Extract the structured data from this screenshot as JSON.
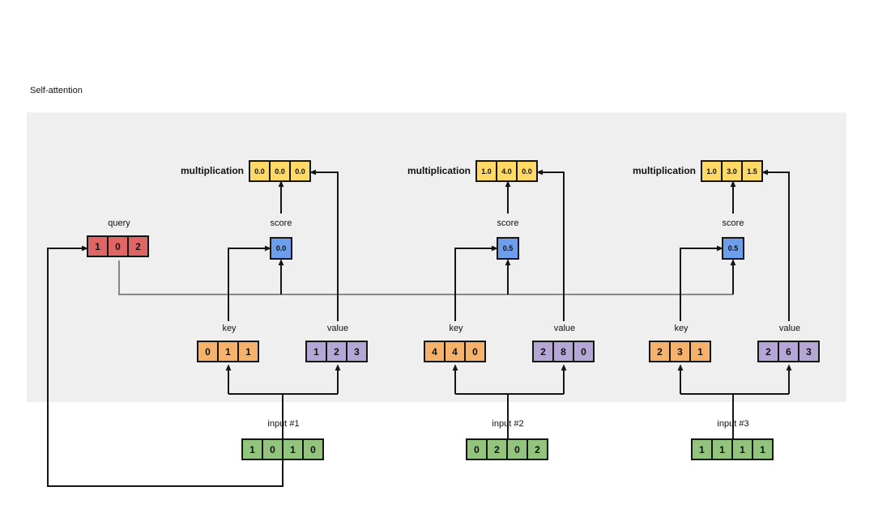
{
  "title": "Self-attention",
  "labels": {
    "query": "query",
    "multiplication": "multiplication",
    "score": "score",
    "key": "key",
    "value": "value"
  },
  "query": {
    "cells": [
      "1",
      "0",
      "2"
    ]
  },
  "groups": [
    {
      "input_label": "input #1",
      "multiplication": [
        "0.0",
        "0.0",
        "0.0"
      ],
      "score": "0.0",
      "key": [
        "0",
        "1",
        "1"
      ],
      "value": [
        "1",
        "2",
        "3"
      ],
      "input": [
        "1",
        "0",
        "1",
        "0"
      ]
    },
    {
      "input_label": "input #2",
      "multiplication": [
        "1.0",
        "4.0",
        "0.0"
      ],
      "score": "0.5",
      "key": [
        "4",
        "4",
        "0"
      ],
      "value": [
        "2",
        "8",
        "0"
      ],
      "input": [
        "0",
        "2",
        "0",
        "2"
      ]
    },
    {
      "input_label": "input #3",
      "multiplication": [
        "1.0",
        "3.0",
        "1.5"
      ],
      "score": "0.5",
      "key": [
        "2",
        "3",
        "1"
      ],
      "value": [
        "2",
        "6",
        "3"
      ],
      "input": [
        "1",
        "1",
        "1",
        "1"
      ]
    }
  ],
  "colors": {
    "query": "#e06666",
    "multiplication": "#ffd966",
    "score": "#6d9eeb",
    "key": "#f6b26b",
    "value": "#b4a7d6",
    "input": "#93c47d",
    "panel": "#efefef",
    "line": "#151515",
    "broadcast_line": "#888888"
  }
}
